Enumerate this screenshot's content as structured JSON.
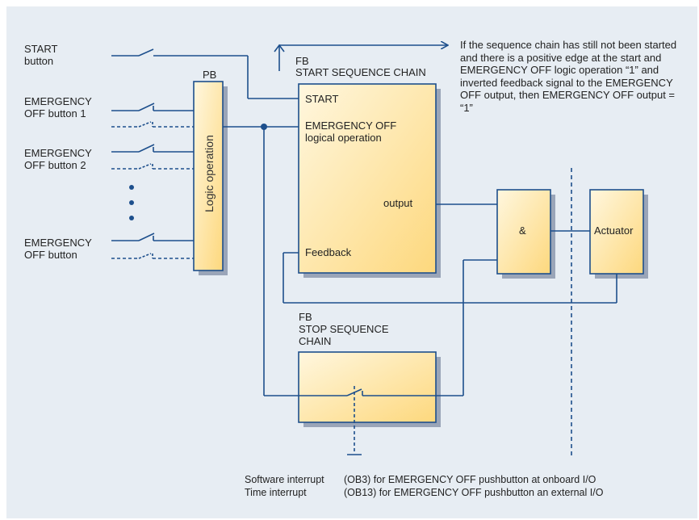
{
  "colors": {
    "background": "#e7edf3",
    "wire": "#1d4f8c",
    "block_fill_top": "#fff7df",
    "block_fill_bottom": "#fdd87d",
    "block_shadow": "#9aa5b8",
    "text": "#222222"
  },
  "inputs": {
    "start_button": [
      "START",
      "button"
    ],
    "emergency_1": [
      "EMERGENCY",
      "OFF button 1"
    ],
    "emergency_2": [
      "EMERGENCY",
      "OFF button 2"
    ],
    "emergency_n": [
      "EMERGENCY",
      "OFF button"
    ]
  },
  "pb_block": {
    "title": "PB",
    "label": "Logic operation"
  },
  "fb_start": {
    "title_line1": "FB",
    "title_line2": "START SEQUENCE CHAIN",
    "port_start": "START",
    "port_emergency_line1": "EMERGENCY OFF",
    "port_emergency_line2": "logical operation",
    "port_output": "output",
    "port_feedback": "Feedback"
  },
  "and_gate": {
    "label": "&"
  },
  "actuator": {
    "label": "Actuator"
  },
  "fb_stop": {
    "title_line1": "FB",
    "title_line2": "STOP SEQUENCE",
    "title_line3": "CHAIN"
  },
  "note": "If the sequence chain has still not been started and there is a positive edge at the start and EMERGENCY OFF logic operation “1” and inverted feedback signal to the EMERGENCY OFF output, then EMERGENCY OFF output = “1”",
  "footer": {
    "row1_left": "Software interrupt",
    "row1_right": "(OB3)  for EMERGENCY OFF pushbutton at onboard I/O",
    "row2_left": "Time interrupt",
    "row2_right": "(OB13) for EMERGENCY OFF pushbutton an external I/O"
  }
}
